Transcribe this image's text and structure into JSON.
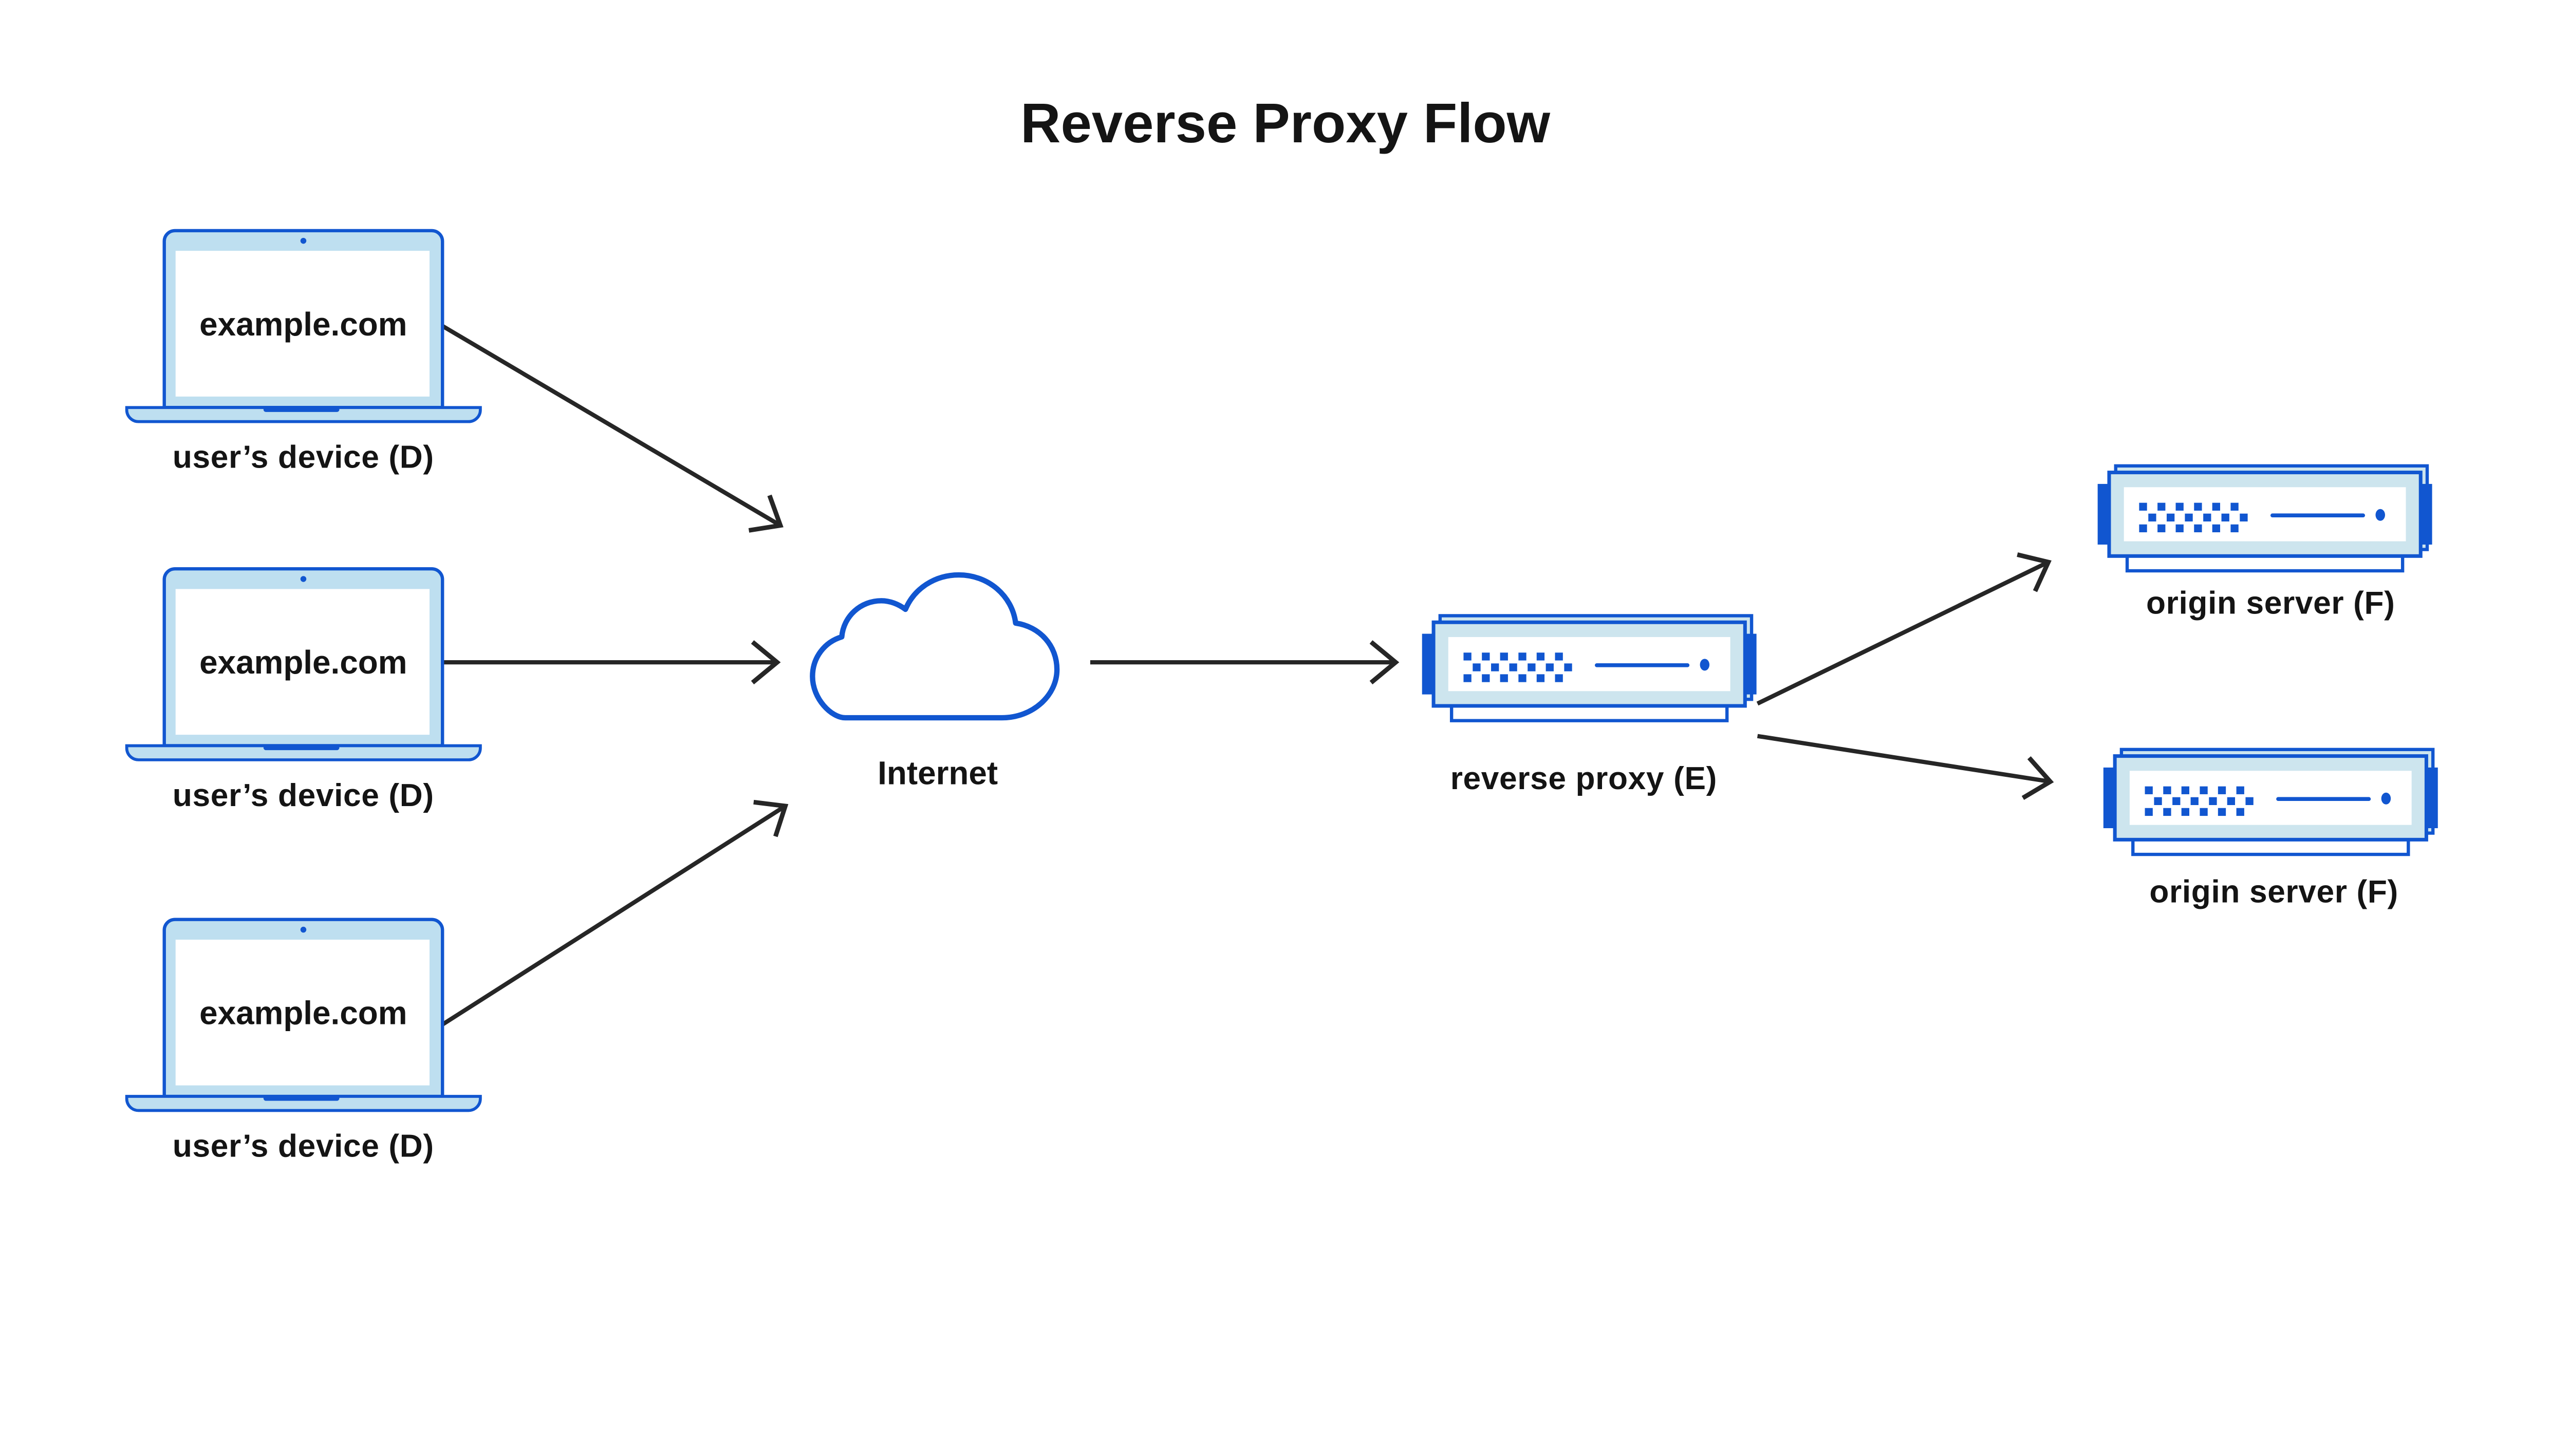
{
  "title": "Reverse Proxy Flow",
  "diagram_type": "flow",
  "colors": {
    "accent_blue": "#1156d0",
    "device_light_blue": "#bedff0",
    "server_light_blue": "#cde5ee",
    "arrow": "#262626",
    "text": "#141414",
    "background": "#ffffff"
  },
  "nodes": {
    "devices": [
      {
        "id": "user-device-1",
        "screen_text": "example.com",
        "label": "user’s device (D)"
      },
      {
        "id": "user-device-2",
        "screen_text": "example.com",
        "label": "user’s device (D)"
      },
      {
        "id": "user-device-3",
        "screen_text": "example.com",
        "label": "user’s device (D)"
      }
    ],
    "internet": {
      "id": "internet",
      "label": "Internet"
    },
    "reverse_proxy": {
      "id": "reverse-proxy",
      "label": "reverse proxy (E)"
    },
    "origin_servers": [
      {
        "id": "origin-server-1",
        "label": "origin server (F)"
      },
      {
        "id": "origin-server-2",
        "label": "origin server (F)"
      }
    ]
  },
  "edges": [
    {
      "from": "user-device-1",
      "to": "internet"
    },
    {
      "from": "user-device-2",
      "to": "internet"
    },
    {
      "from": "user-device-3",
      "to": "internet"
    },
    {
      "from": "internet",
      "to": "reverse-proxy"
    },
    {
      "from": "reverse-proxy",
      "to": "origin-server-1"
    },
    {
      "from": "reverse-proxy",
      "to": "origin-server-2"
    }
  ]
}
